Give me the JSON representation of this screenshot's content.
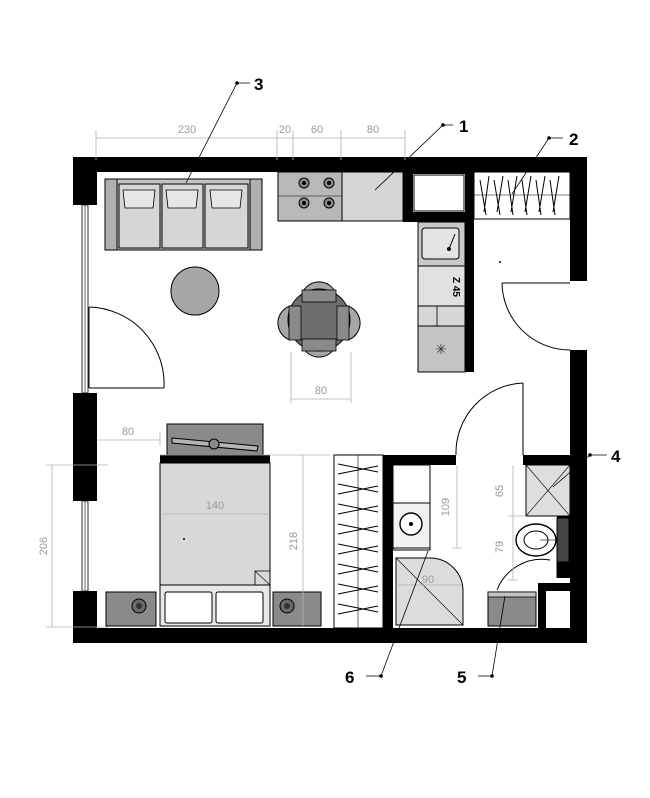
{
  "callouts": [
    "1",
    "2",
    "3",
    "4",
    "5",
    "6"
  ],
  "dimensions": {
    "sofa_width": "230",
    "gap": "20",
    "stove_width": "60",
    "counter_width": "80",
    "table_width": "80",
    "tv_offset": "80",
    "bed_width": "140",
    "bed_length": "218",
    "window_height": "206",
    "shower_width": "90",
    "sink_depth": "109",
    "shower_tray": "65",
    "toilet_depth": "79"
  },
  "appliance_label": "Z 45",
  "colors": {
    "wall": "#000000",
    "furniture_light": "#d9d9d9",
    "furniture_mid": "#a6a6a6",
    "furniture_dark": "#6e6e6e"
  }
}
